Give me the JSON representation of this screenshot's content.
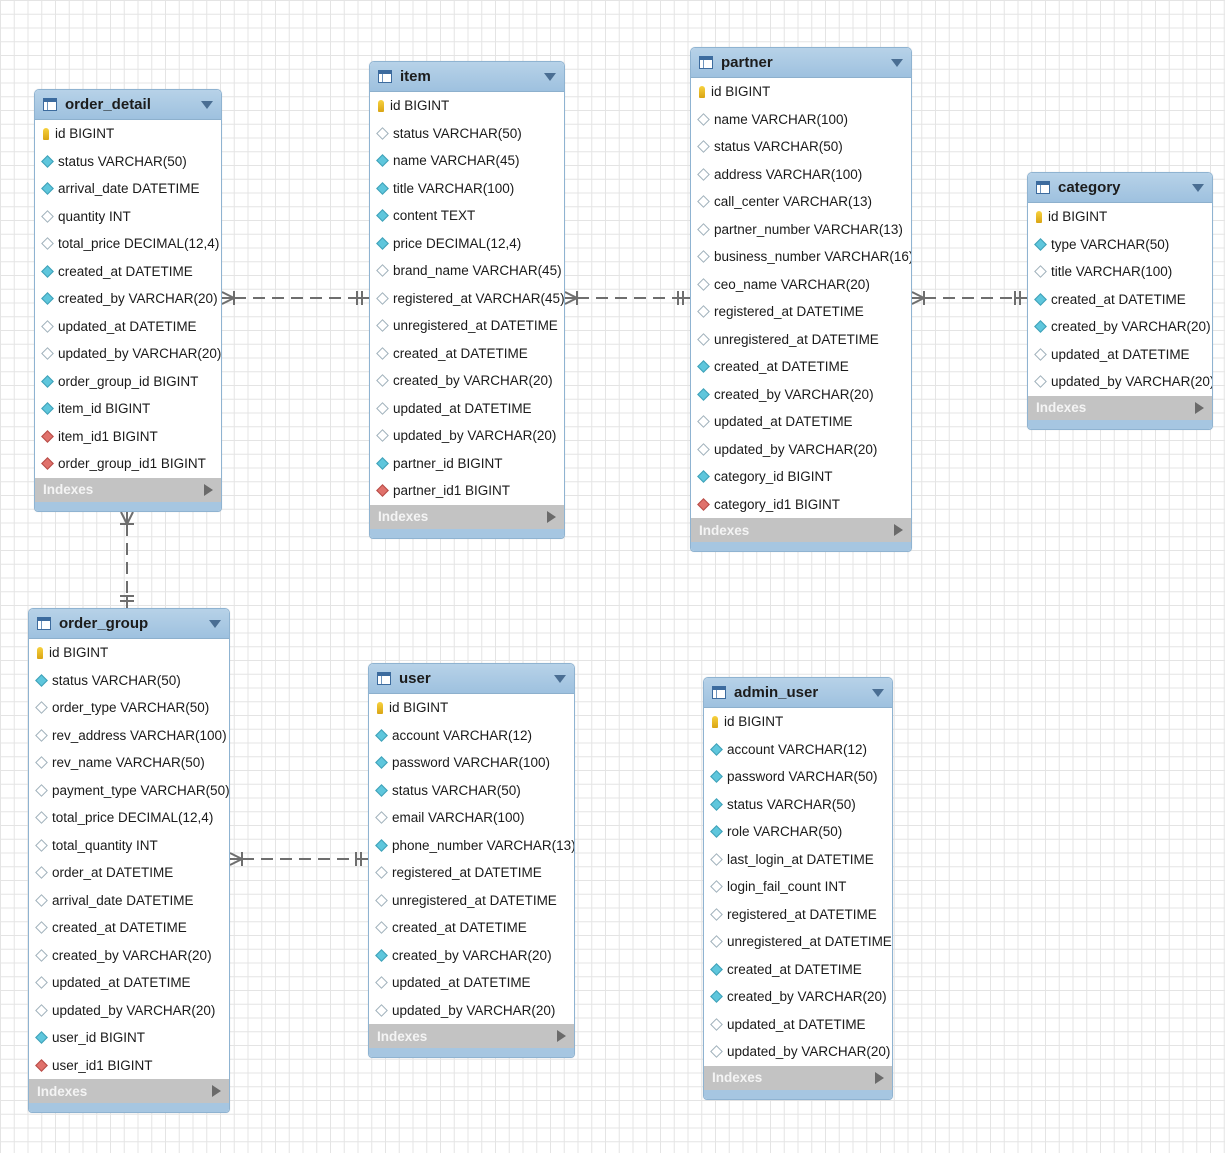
{
  "tables": [
    {
      "name": "order_detail",
      "columns": [
        {
          "text": "id BIGINT",
          "kind": "pk"
        },
        {
          "text": "status VARCHAR(50)",
          "kind": "nn"
        },
        {
          "text": "arrival_date DATETIME",
          "kind": "nn"
        },
        {
          "text": "quantity INT",
          "kind": "null"
        },
        {
          "text": "total_price DECIMAL(12,4)",
          "kind": "null"
        },
        {
          "text": "created_at DATETIME",
          "kind": "nn"
        },
        {
          "text": "created_by VARCHAR(20)",
          "kind": "nn"
        },
        {
          "text": "updated_at DATETIME",
          "kind": "null"
        },
        {
          "text": "updated_by VARCHAR(20)",
          "kind": "null"
        },
        {
          "text": "order_group_id BIGINT",
          "kind": "nn"
        },
        {
          "text": "item_id BIGINT",
          "kind": "nn"
        },
        {
          "text": "item_id1 BIGINT",
          "kind": "fk"
        },
        {
          "text": "order_group_id1 BIGINT",
          "kind": "fk"
        }
      ]
    },
    {
      "name": "item",
      "columns": [
        {
          "text": "id BIGINT",
          "kind": "pk"
        },
        {
          "text": "status VARCHAR(50)",
          "kind": "null"
        },
        {
          "text": "name VARCHAR(45)",
          "kind": "nn"
        },
        {
          "text": "title VARCHAR(100)",
          "kind": "nn"
        },
        {
          "text": "content TEXT",
          "kind": "nn"
        },
        {
          "text": "price DECIMAL(12,4)",
          "kind": "nn"
        },
        {
          "text": "brand_name VARCHAR(45)",
          "kind": "null"
        },
        {
          "text": "registered_at VARCHAR(45)",
          "kind": "null"
        },
        {
          "text": "unregistered_at DATETIME",
          "kind": "null"
        },
        {
          "text": "created_at DATETIME",
          "kind": "null"
        },
        {
          "text": "created_by VARCHAR(20)",
          "kind": "null"
        },
        {
          "text": "updated_at DATETIME",
          "kind": "null"
        },
        {
          "text": "updated_by VARCHAR(20)",
          "kind": "null"
        },
        {
          "text": "partner_id BIGINT",
          "kind": "nn"
        },
        {
          "text": "partner_id1 BIGINT",
          "kind": "fk"
        }
      ]
    },
    {
      "name": "partner",
      "columns": [
        {
          "text": "id BIGINT",
          "kind": "pk"
        },
        {
          "text": "name VARCHAR(100)",
          "kind": "null"
        },
        {
          "text": "status VARCHAR(50)",
          "kind": "null"
        },
        {
          "text": "address VARCHAR(100)",
          "kind": "null"
        },
        {
          "text": "call_center VARCHAR(13)",
          "kind": "null"
        },
        {
          "text": "partner_number VARCHAR(13)",
          "kind": "null"
        },
        {
          "text": "business_number VARCHAR(16)",
          "kind": "null"
        },
        {
          "text": "ceo_name VARCHAR(20)",
          "kind": "null"
        },
        {
          "text": "registered_at DATETIME",
          "kind": "null"
        },
        {
          "text": "unregistered_at DATETIME",
          "kind": "null"
        },
        {
          "text": "created_at DATETIME",
          "kind": "nn"
        },
        {
          "text": "created_by VARCHAR(20)",
          "kind": "nn"
        },
        {
          "text": "updated_at DATETIME",
          "kind": "null"
        },
        {
          "text": "updated_by VARCHAR(20)",
          "kind": "null"
        },
        {
          "text": "category_id BIGINT",
          "kind": "nn"
        },
        {
          "text": "category_id1 BIGINT",
          "kind": "fk"
        }
      ]
    },
    {
      "name": "category",
      "columns": [
        {
          "text": "id BIGINT",
          "kind": "pk"
        },
        {
          "text": "type VARCHAR(50)",
          "kind": "nn"
        },
        {
          "text": "title VARCHAR(100)",
          "kind": "null"
        },
        {
          "text": "created_at DATETIME",
          "kind": "nn"
        },
        {
          "text": "created_by VARCHAR(20)",
          "kind": "nn"
        },
        {
          "text": "updated_at DATETIME",
          "kind": "null"
        },
        {
          "text": "updated_by VARCHAR(20)",
          "kind": "null"
        }
      ]
    },
    {
      "name": "order_group",
      "columns": [
        {
          "text": "id BIGINT",
          "kind": "pk"
        },
        {
          "text": "status VARCHAR(50)",
          "kind": "nn"
        },
        {
          "text": "order_type VARCHAR(50)",
          "kind": "null"
        },
        {
          "text": "rev_address VARCHAR(100)",
          "kind": "null"
        },
        {
          "text": "rev_name VARCHAR(50)",
          "kind": "null"
        },
        {
          "text": "payment_type VARCHAR(50)",
          "kind": "null"
        },
        {
          "text": "total_price DECIMAL(12,4)",
          "kind": "null"
        },
        {
          "text": "total_quantity INT",
          "kind": "null"
        },
        {
          "text": "order_at DATETIME",
          "kind": "null"
        },
        {
          "text": "arrival_date DATETIME",
          "kind": "null"
        },
        {
          "text": "created_at DATETIME",
          "kind": "null"
        },
        {
          "text": "created_by VARCHAR(20)",
          "kind": "null"
        },
        {
          "text": "updated_at DATETIME",
          "kind": "null"
        },
        {
          "text": "updated_by VARCHAR(20)",
          "kind": "null"
        },
        {
          "text": "user_id BIGINT",
          "kind": "nn"
        },
        {
          "text": "user_id1 BIGINT",
          "kind": "fk"
        }
      ]
    },
    {
      "name": "user",
      "columns": [
        {
          "text": "id BIGINT",
          "kind": "pk"
        },
        {
          "text": "account VARCHAR(12)",
          "kind": "nn"
        },
        {
          "text": "password VARCHAR(100)",
          "kind": "nn"
        },
        {
          "text": "status VARCHAR(50)",
          "kind": "nn"
        },
        {
          "text": "email VARCHAR(100)",
          "kind": "null"
        },
        {
          "text": "phone_number VARCHAR(13)",
          "kind": "nn"
        },
        {
          "text": "registered_at DATETIME",
          "kind": "null"
        },
        {
          "text": "unregistered_at DATETIME",
          "kind": "null"
        },
        {
          "text": "created_at DATETIME",
          "kind": "null"
        },
        {
          "text": "created_by VARCHAR(20)",
          "kind": "nn"
        },
        {
          "text": "updated_at DATETIME",
          "kind": "null"
        },
        {
          "text": "updated_by VARCHAR(20)",
          "kind": "null"
        }
      ]
    },
    {
      "name": "admin_user",
      "columns": [
        {
          "text": "id BIGINT",
          "kind": "pk"
        },
        {
          "text": "account VARCHAR(12)",
          "kind": "nn"
        },
        {
          "text": "password VARCHAR(50)",
          "kind": "nn"
        },
        {
          "text": "status VARCHAR(50)",
          "kind": "nn"
        },
        {
          "text": "role VARCHAR(50)",
          "kind": "nn"
        },
        {
          "text": "last_login_at DATETIME",
          "kind": "null"
        },
        {
          "text": "login_fail_count INT",
          "kind": "null"
        },
        {
          "text": "registered_at DATETIME",
          "kind": "null"
        },
        {
          "text": "unregistered_at DATETIME",
          "kind": "null"
        },
        {
          "text": "created_at DATETIME",
          "kind": "nn"
        },
        {
          "text": "created_by VARCHAR(20)",
          "kind": "nn"
        },
        {
          "text": "updated_at DATETIME",
          "kind": "null"
        },
        {
          "text": "updated_by VARCHAR(20)",
          "kind": "null"
        }
      ]
    }
  ],
  "indexes_label": "Indexes",
  "relationships": [
    {
      "from": "order_detail",
      "to": "item",
      "type": "many-to-one"
    },
    {
      "from": "item",
      "to": "partner",
      "type": "many-to-one"
    },
    {
      "from": "partner",
      "to": "category",
      "type": "many-to-one"
    },
    {
      "from": "order_detail",
      "to": "order_group",
      "type": "many-to-one"
    },
    {
      "from": "order_group",
      "to": "user",
      "type": "many-to-one"
    }
  ],
  "icons": {
    "table": "table-icon",
    "primary_key": "key-icon",
    "not_null": "filled-diamond-icon",
    "nullable": "hollow-diamond-icon",
    "foreign_key": "red-diamond-icon"
  },
  "colors": {
    "header": "#a9cae5",
    "indexes_bar": "#c3c3c3",
    "connector": "#6e6e6e"
  }
}
